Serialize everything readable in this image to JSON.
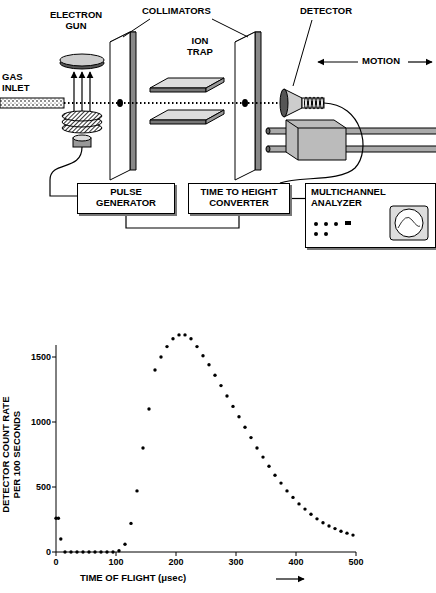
{
  "diagram": {
    "nodes": [
      {
        "text": [
          "PULSE GENERATOR"
        ]
      },
      {
        "text": [
          "TIME TO HEIGHT CONVERTER"
        ]
      },
      {
        "text": [
          "MULTICHANNEL ANALYZER"
        ]
      }
    ],
    "edges": [
      {
        "from": 0,
        "to": 1,
        "arrow": "none"
      },
      {
        "from": 1,
        "to": 2,
        "arrow": "none"
      }
    ],
    "labels": [
      "ELECTRON GUN",
      "COLLIMATORS",
      "ION TRAP",
      "DETECTOR",
      "MOTION",
      "GAS INLET",
      "DETECTOR COUNT RATE PER 100 SECONDS",
      "1500",
      "1000",
      "500",
      "0",
      "0",
      "100",
      "200",
      "300",
      "400",
      "500",
      "TIME OF FLIGHT (μsec)"
    ]
  }
}
